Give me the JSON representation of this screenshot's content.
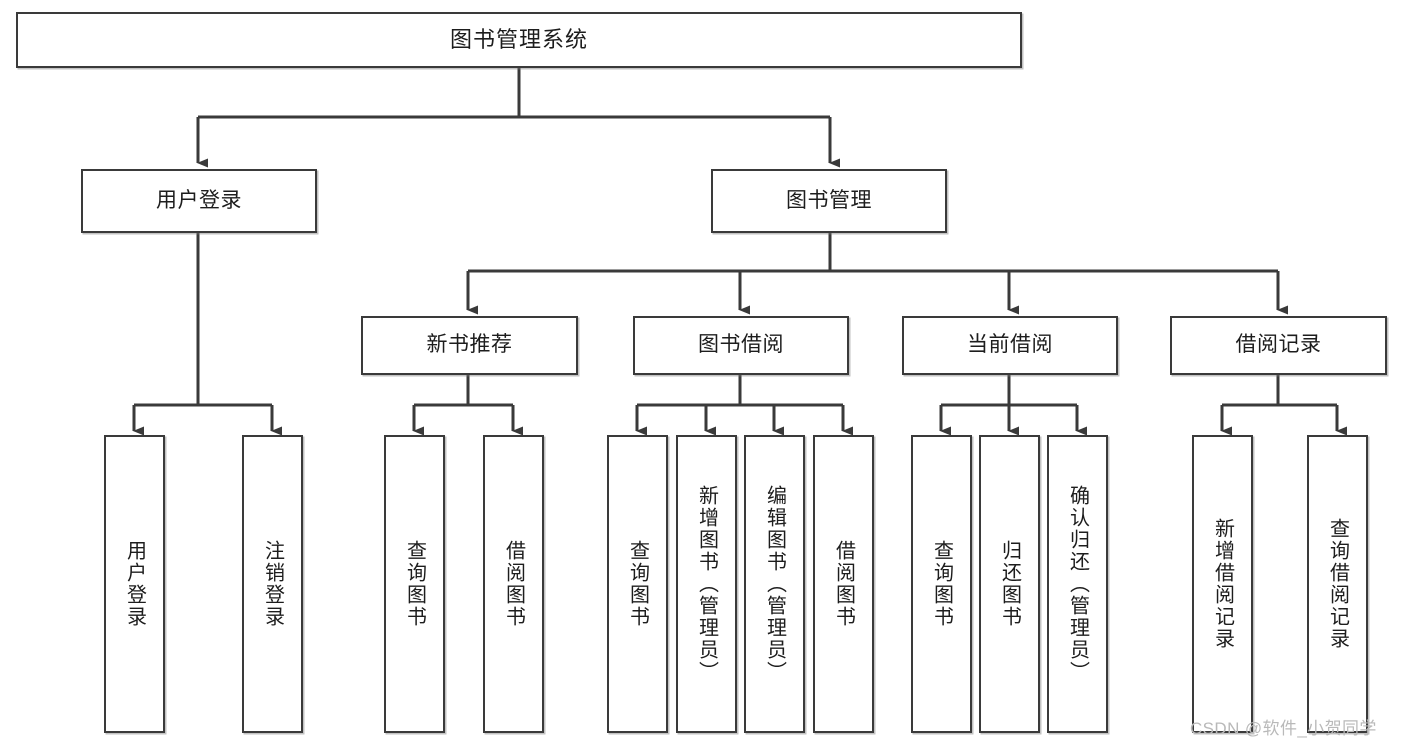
{
  "diagram": {
    "type": "tree",
    "title": "图书管理系统",
    "root": {
      "id": "root",
      "label": "图书管理系统"
    },
    "level2": [
      {
        "id": "user-login",
        "label": "用户登录"
      },
      {
        "id": "book-manage",
        "label": "图书管理"
      }
    ],
    "level3": [
      {
        "id": "new-book-rec",
        "label": "新书推荐",
        "parent": "book-manage"
      },
      {
        "id": "book-borrow",
        "label": "图书借阅",
        "parent": "book-manage"
      },
      {
        "id": "current-borrow",
        "label": "当前借阅",
        "parent": "book-manage"
      },
      {
        "id": "borrow-record",
        "label": "借阅记录",
        "parent": "book-manage"
      }
    ],
    "leaves": [
      {
        "id": "leaf-user-login",
        "label": "用户登录",
        "parent": "user-login"
      },
      {
        "id": "leaf-user-logout",
        "label": "注销登录",
        "parent": "user-login"
      },
      {
        "id": "leaf-query-book-1",
        "label": "查询图书",
        "parent": "new-book-rec"
      },
      {
        "id": "leaf-borrow-book-1",
        "label": "借阅图书",
        "parent": "new-book-rec"
      },
      {
        "id": "leaf-query-book-2",
        "label": "查询图书",
        "parent": "book-borrow"
      },
      {
        "id": "leaf-add-book",
        "label": "新增图书（管理员）",
        "parent": "book-borrow"
      },
      {
        "id": "leaf-edit-book",
        "label": "编辑图书（管理员）",
        "parent": "book-borrow"
      },
      {
        "id": "leaf-borrow-book-2",
        "label": "借阅图书",
        "parent": "book-borrow"
      },
      {
        "id": "leaf-query-book-3",
        "label": "查询图书",
        "parent": "current-borrow"
      },
      {
        "id": "leaf-return-book",
        "label": "归还图书",
        "parent": "current-borrow"
      },
      {
        "id": "leaf-confirm-return",
        "label": "确认归还（管理员）",
        "parent": "current-borrow"
      },
      {
        "id": "leaf-add-record",
        "label": "新增借阅记录",
        "parent": "borrow-record"
      },
      {
        "id": "leaf-query-record",
        "label": "查询借阅记录",
        "parent": "borrow-record"
      }
    ],
    "colors": {
      "stroke": "#3a3a3a",
      "box_fill": "#ffffff",
      "text": "#1d1d1d",
      "watermark": "#b9b9b9"
    }
  },
  "watermark": {
    "text": "CSDN @软件_小贺同学"
  }
}
